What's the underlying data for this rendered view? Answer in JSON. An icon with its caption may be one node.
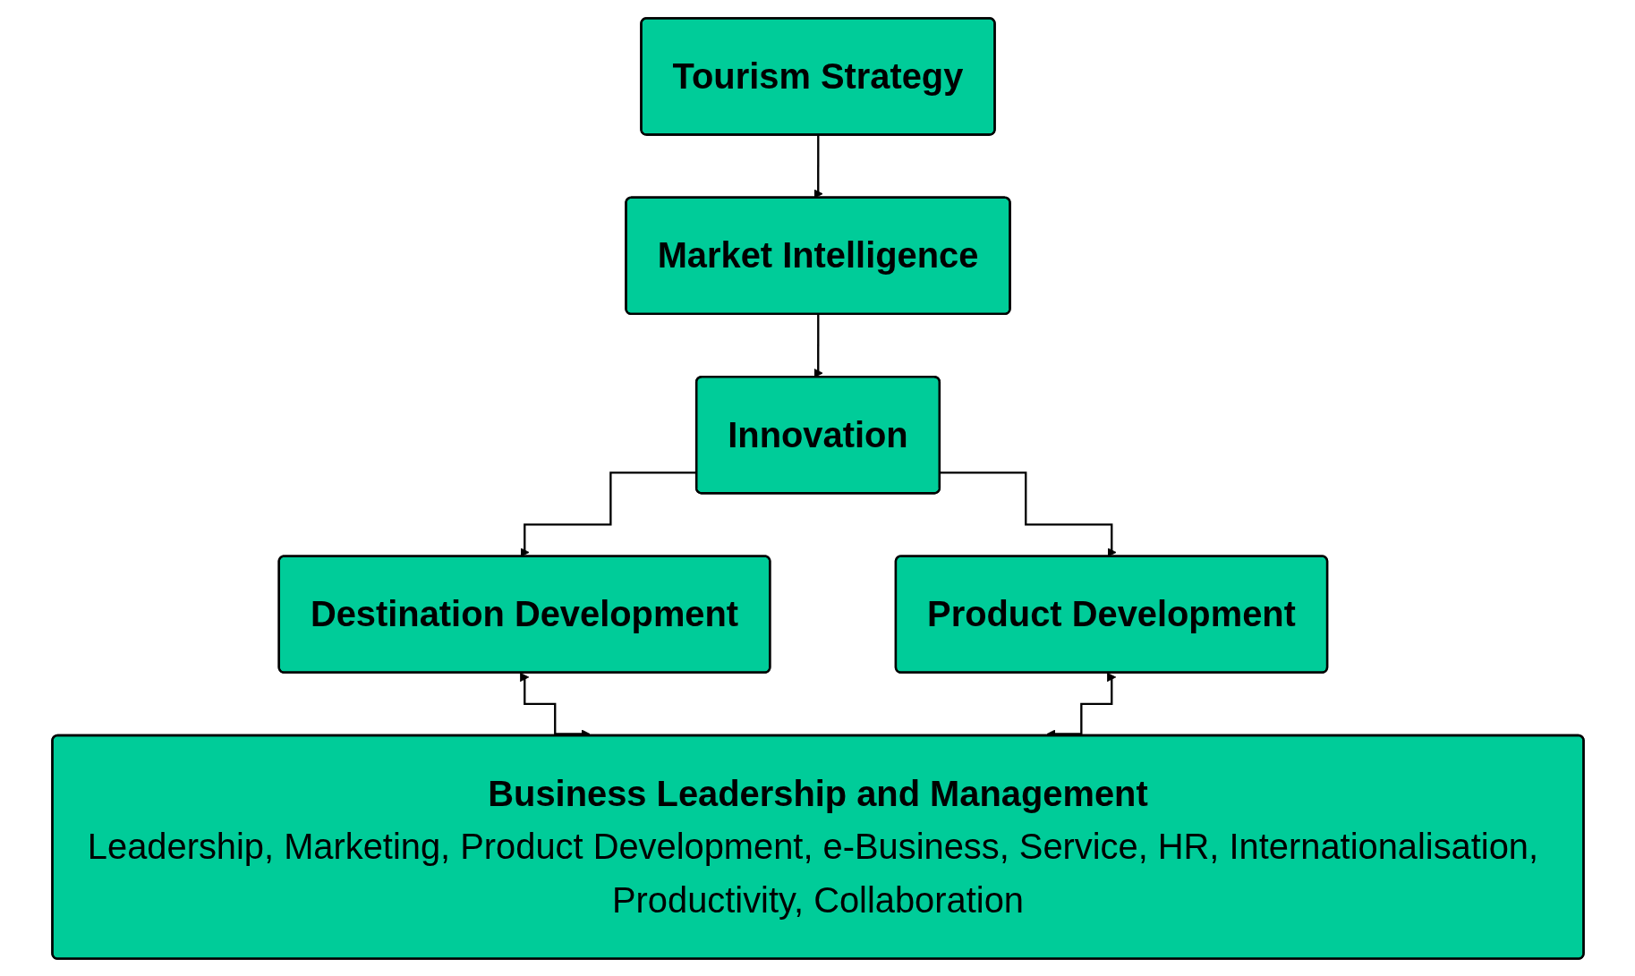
{
  "diagram": {
    "nodes": [
      {
        "text": [
          "Tourism Strategy"
        ]
      },
      {
        "text": [
          "Market Intelligence"
        ]
      },
      {
        "text": [
          "Innovation"
        ]
      },
      {
        "text": [
          "Destination Development"
        ]
      },
      {
        "text": [
          "Product Development"
        ]
      },
      {
        "text": [
          "Business Leadership and Management",
          "Leadership, Marketing, Product Development, e-Business, Service, HR, Internationalisation, Productivity, Collaboration"
        ]
      }
    ],
    "edges": [
      {
        "from": 0,
        "to": 1,
        "arrow": "to"
      },
      {
        "from": 1,
        "to": 2,
        "arrow": "to"
      },
      {
        "from": 2,
        "to": 3,
        "arrow": "to"
      },
      {
        "from": 2,
        "to": 4,
        "arrow": "to"
      },
      {
        "from": 3,
        "to": 5,
        "arrow": "both"
      },
      {
        "from": 4,
        "to": 5,
        "arrow": "both"
      }
    ]
  }
}
